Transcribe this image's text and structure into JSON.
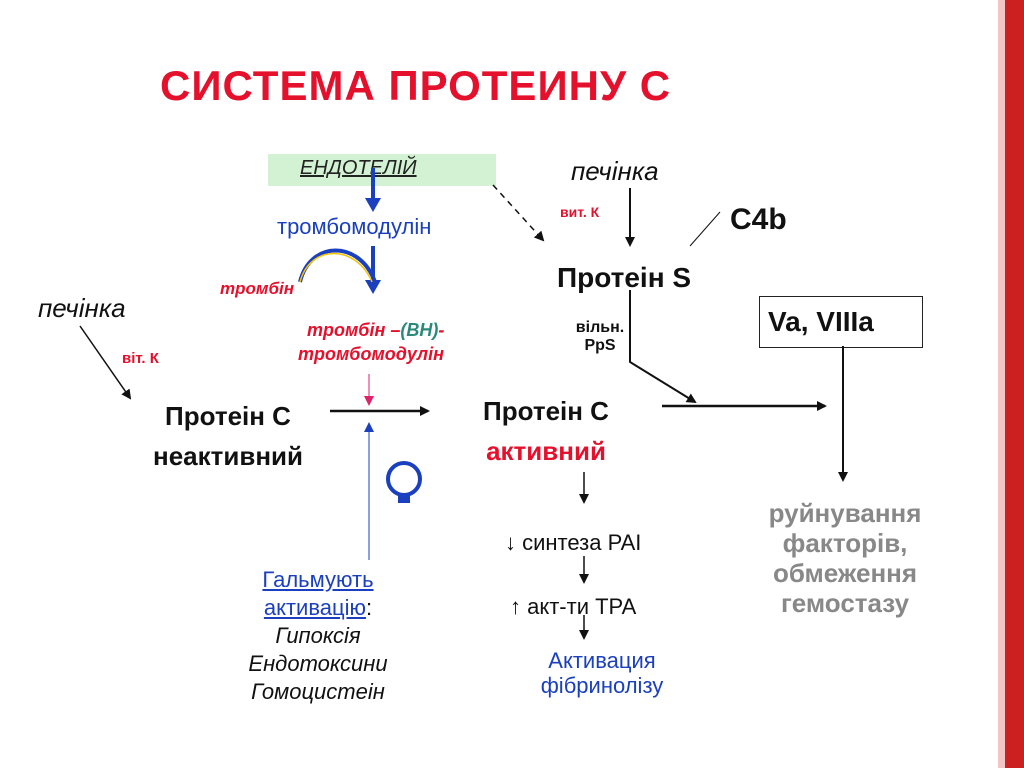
{
  "title": "СИСТЕМА ПРОТЕИНУ С",
  "nodes": {
    "endothelium": "ЕНДОТЕЛІЙ",
    "liver_top": "печінка",
    "vit_k_top": "вит. К",
    "c4b": "C4b",
    "thrombomodulin": "тромбомодулін",
    "thrombin": "тромбін",
    "protein_s": "Протеін S",
    "liver_left": "печінка",
    "vit_k_left": "віт. К",
    "complex_line1": "тромбін –(ВН)-",
    "complex_line1_vh": "(ВН)",
    "complex_line2": "тромбомодулін",
    "free_prs_line1": "вільн.",
    "free_prs_line2": "PpS",
    "factors_box": "Va, VIIIa",
    "protein_c_inactive_line1": "Протеін С",
    "protein_c_inactive_line2": "неактивний",
    "protein_c_active_line1": "Протеін С",
    "protein_c_active_line2": "активний",
    "result_line1": "руйнування",
    "result_line2": "факторів,",
    "result_line3": "обмеження",
    "result_line4": "гемостазу",
    "pai": "↓ синтеза PAI",
    "tpa": "↑ акт-ти TPA",
    "fibrinolysis_line1": "Активация",
    "fibrinolysis_line2": "фібринолізу",
    "inhibit_line1": "Гальмують",
    "inhibit_line2": "активацію",
    "inhibit_colon": ":",
    "inhibitor1": "Гипоксія",
    "inhibitor2": "Ендотоксини",
    "inhibitor3": "Гомоцистеін"
  },
  "colors": {
    "title": "#e5102b",
    "blue": "#1a3fbf",
    "red": "#e5102b",
    "teal": "#2a8a7a",
    "grey_text": "#888888",
    "endothelium_bg": "#d3f2d3",
    "accent_bar": "#cc1f1f"
  }
}
